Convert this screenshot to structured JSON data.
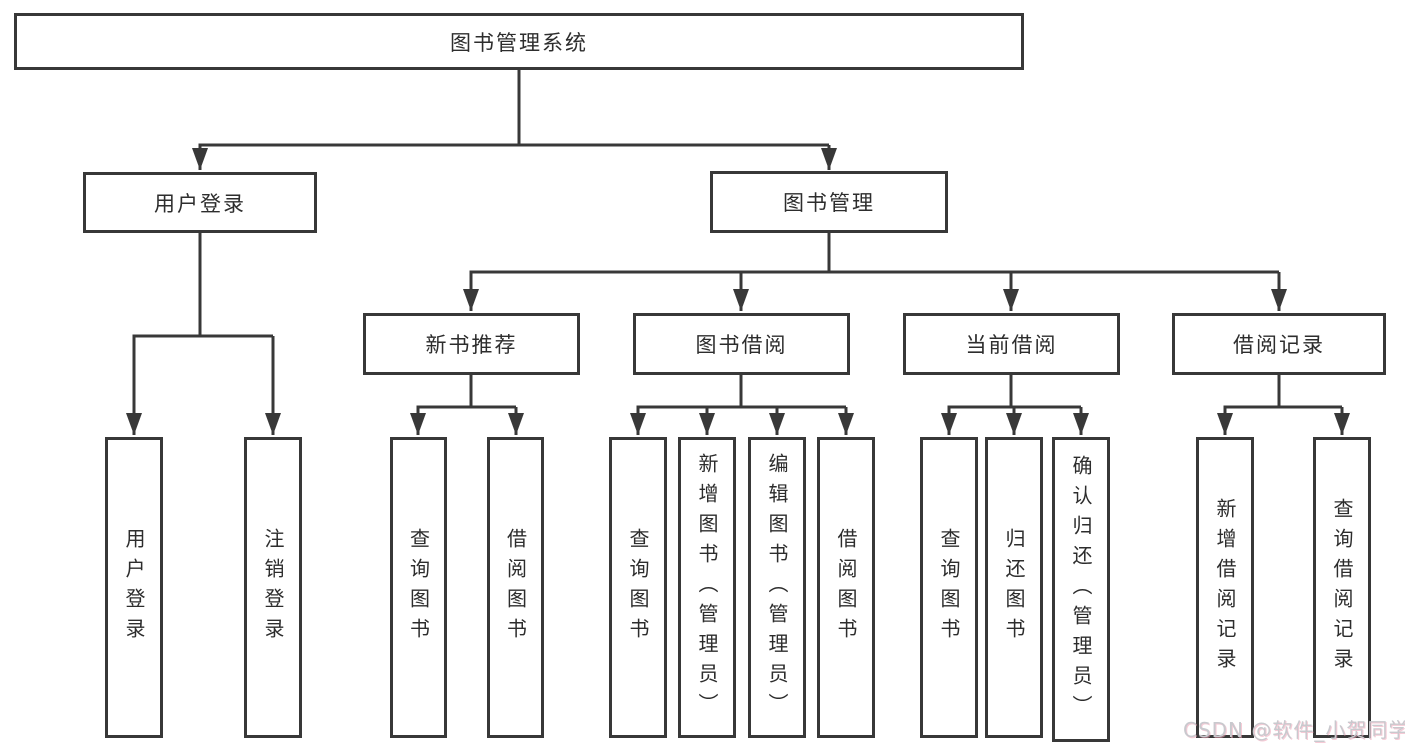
{
  "tree": {
    "label": "图书管理系统",
    "children": [
      {
        "label": "用户登录",
        "children": [
          {
            "label": "用户登录"
          },
          {
            "label": "注销登录"
          }
        ]
      },
      {
        "label": "图书管理",
        "children": [
          {
            "label": "新书推荐",
            "children": [
              {
                "label": "查询图书"
              },
              {
                "label": "借阅图书"
              }
            ]
          },
          {
            "label": "图书借阅",
            "children": [
              {
                "label": "查询图书"
              },
              {
                "label": "新增图书（管理员）"
              },
              {
                "label": "编辑图书（管理员）"
              },
              {
                "label": "借阅图书"
              }
            ]
          },
          {
            "label": "当前借阅",
            "children": [
              {
                "label": "查询图书"
              },
              {
                "label": "归还图书"
              },
              {
                "label": "确认归还（管理员）"
              }
            ]
          },
          {
            "label": "借阅记录",
            "children": [
              {
                "label": "新增借阅记录"
              },
              {
                "label": "查询借阅记录"
              }
            ]
          }
        ]
      }
    ]
  },
  "watermark": {
    "text": "CSDN @软件_小贺同学"
  },
  "colors": {
    "line": "#383838",
    "text": "#2d2d2d",
    "background": "#ffffff",
    "watermark": "#c9c9ce"
  }
}
